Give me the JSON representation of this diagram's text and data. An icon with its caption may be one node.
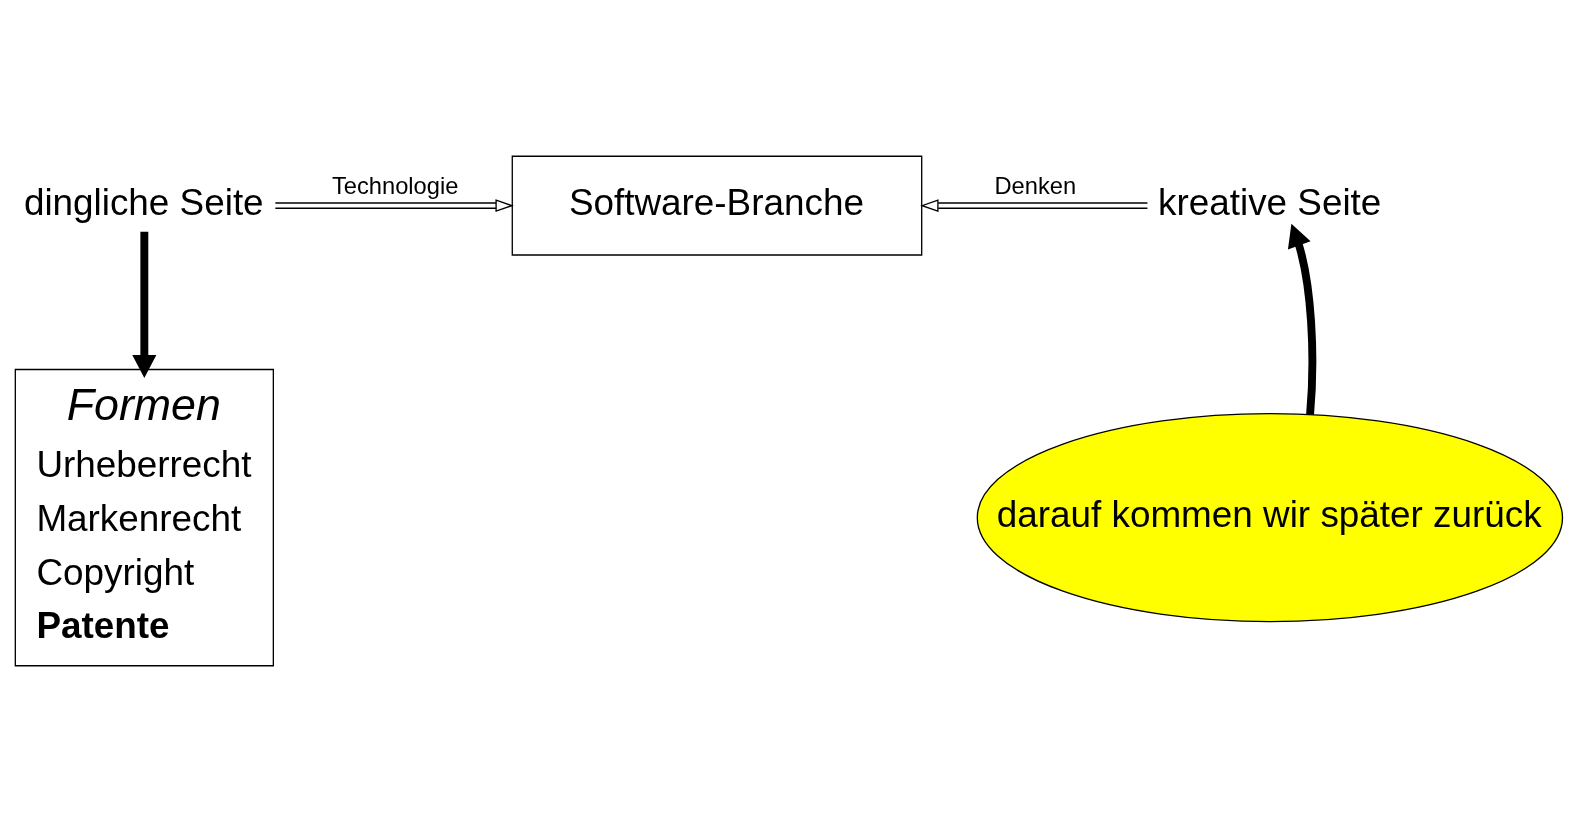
{
  "diagram": {
    "nodes": [
      {
        "text": [
          "dingliche Seite"
        ]
      },
      {
        "text": [
          "Software-Branche"
        ]
      },
      {
        "text": [
          "kreative Seite"
        ]
      },
      {
        "text": [
          "Formen",
          "Urheberrecht",
          "Markenrecht",
          "Copyright",
          "Patente"
        ]
      },
      {
        "text": [
          "darauf kommen wir später zurück"
        ]
      }
    ],
    "edges": [
      {
        "from": 0,
        "to": 1,
        "arrow": "to",
        "label": "Technologie"
      },
      {
        "from": 2,
        "to": 1,
        "arrow": "to",
        "label": "Denken"
      },
      {
        "from": 0,
        "to": 3,
        "arrow": "to",
        "style": "thick"
      },
      {
        "from": 4,
        "to": 2,
        "arrow": "to",
        "style": "thick"
      }
    ]
  }
}
